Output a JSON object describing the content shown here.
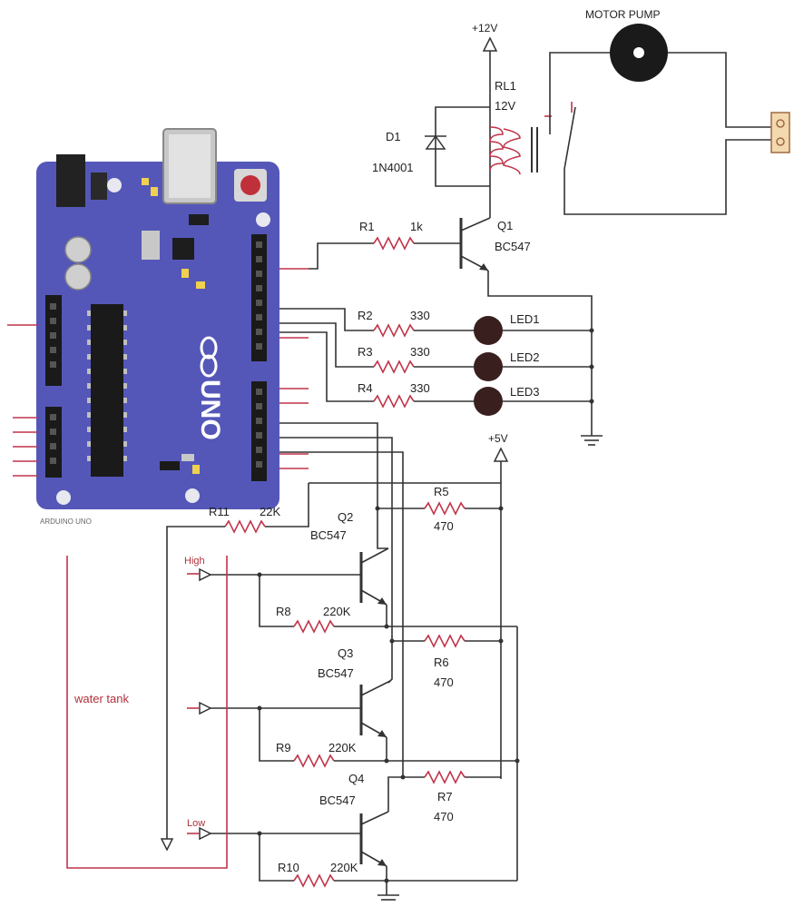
{
  "power": {
    "v12": "+12V",
    "v5": "+5V"
  },
  "relay": {
    "name": "RL1",
    "voltage": "12V"
  },
  "motor": {
    "label": "MOTOR PUMP"
  },
  "diode": {
    "name": "D1",
    "part": "1N4001"
  },
  "transistors": {
    "q1": {
      "name": "Q1",
      "part": "BC547"
    },
    "q2": {
      "name": "Q2",
      "part": "BC547"
    },
    "q3": {
      "name": "Q3",
      "part": "BC547"
    },
    "q4": {
      "name": "Q4",
      "part": "BC547"
    }
  },
  "resistors": {
    "r1": {
      "name": "R1",
      "value": "1k"
    },
    "r2": {
      "name": "R2",
      "value": "330"
    },
    "r3": {
      "name": "R3",
      "value": "330"
    },
    "r4": {
      "name": "R4",
      "value": "330"
    },
    "r5": {
      "name": "R5",
      "value": "470"
    },
    "r6": {
      "name": "R6",
      "value": "470"
    },
    "r7": {
      "name": "R7",
      "value": "470"
    },
    "r8": {
      "name": "R8",
      "value": "220K"
    },
    "r9": {
      "name": "R9",
      "value": "220K"
    },
    "r10": {
      "name": "R10",
      "value": "220K"
    },
    "r11": {
      "name": "R11",
      "value": "22K"
    }
  },
  "leds": {
    "led1": "LED1",
    "led2": "LED2",
    "led3": "LED3"
  },
  "probes": {
    "high": "High",
    "low": "Low"
  },
  "tank": {
    "label": "water tank"
  },
  "arduino": {
    "board_label": "UNO",
    "caption": "ARDUINO UNO"
  },
  "colors": {
    "board": "#5457b8",
    "wire": "#333333",
    "resistor": "#c0344a",
    "led": "#3a1f1f"
  }
}
